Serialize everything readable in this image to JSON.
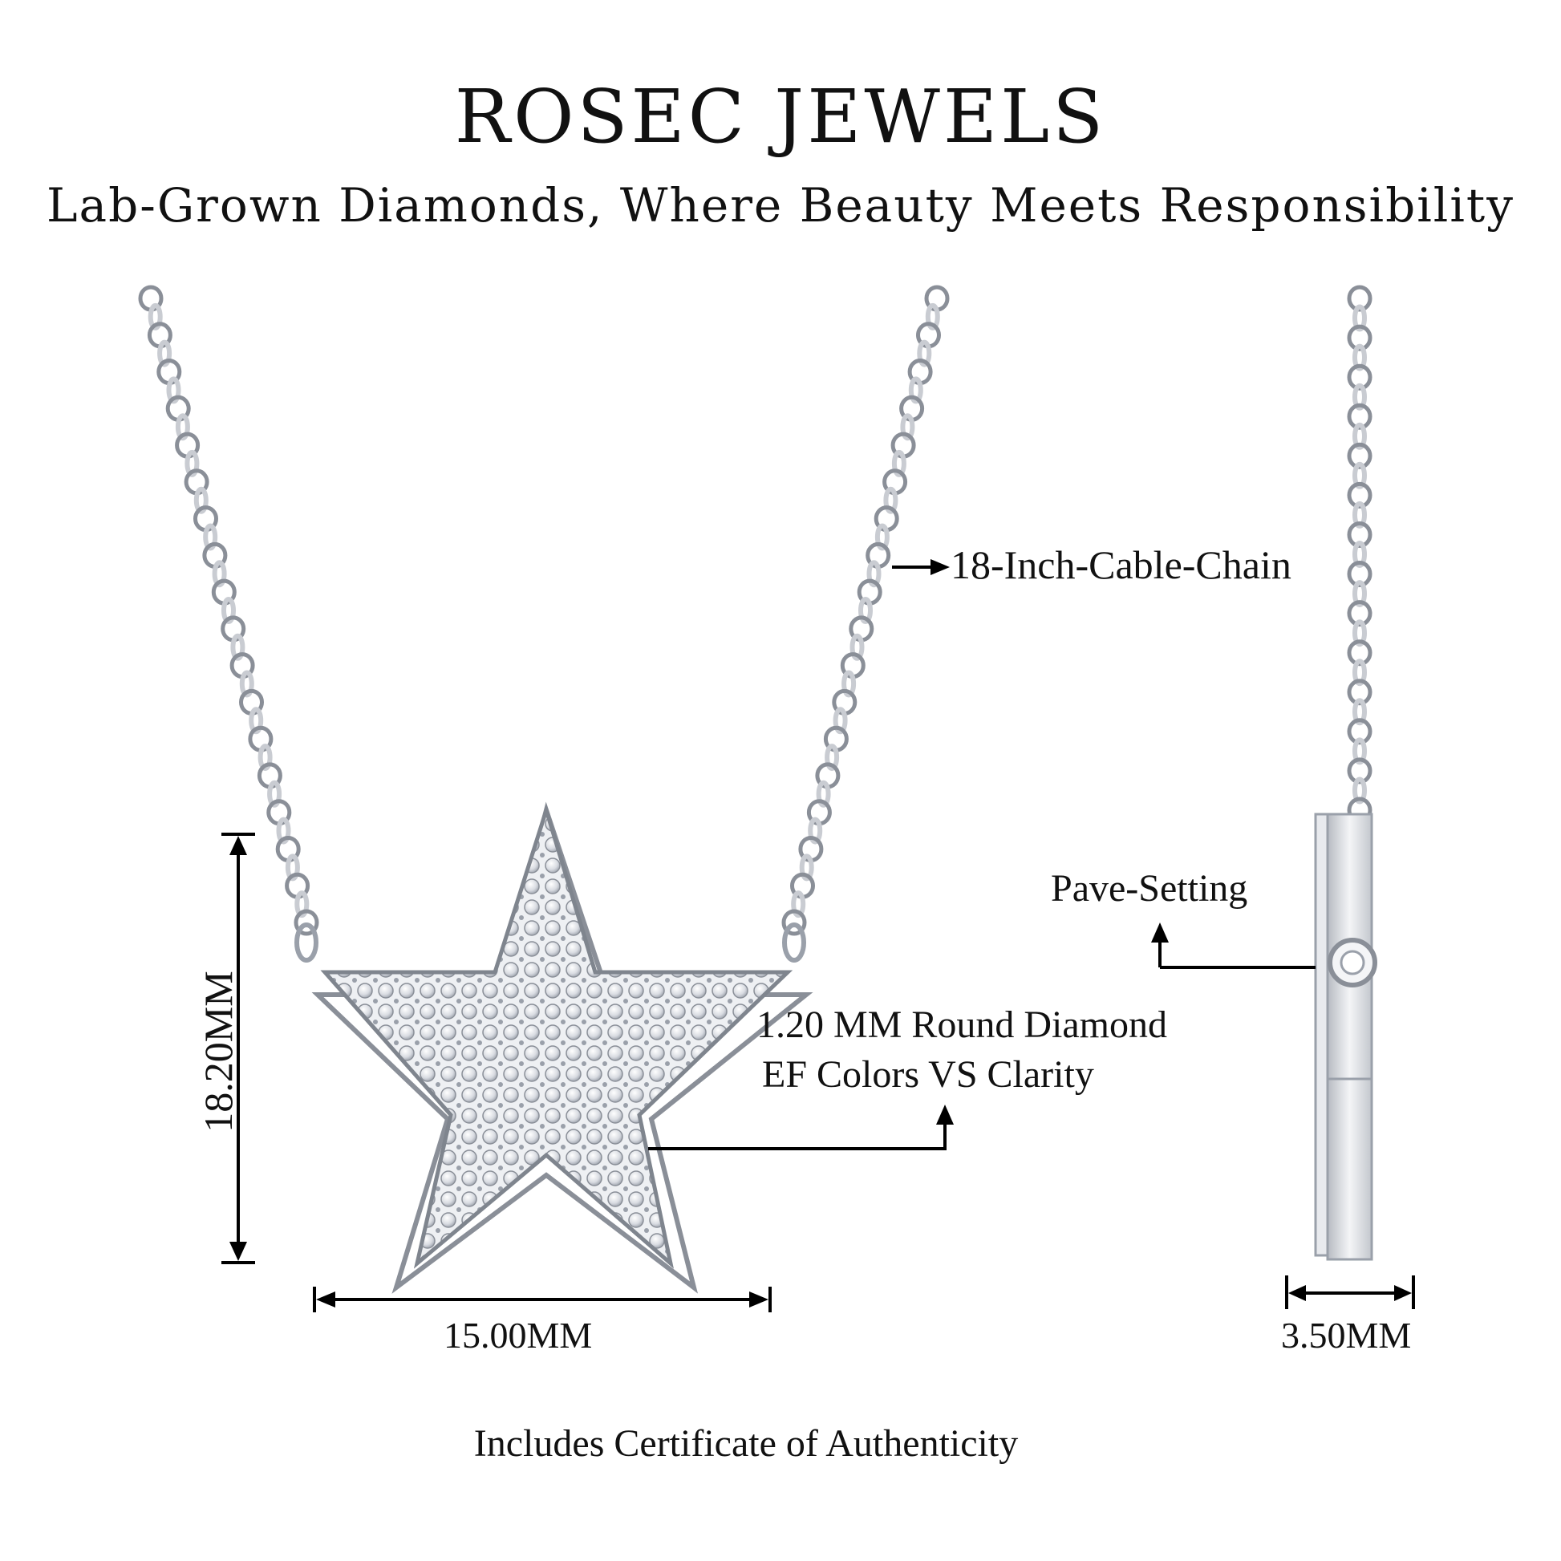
{
  "header": {
    "brand": "ROSEC JEWELS",
    "tagline": "Lab-Grown Diamonds, Where Beauty Meets Responsibility"
  },
  "annotations": {
    "chain": "18-Inch-Cable-Chain",
    "setting": "Pave-Setting",
    "stone_size": "1.20 MM Round Diamond",
    "stone_quality": "EF Colors VS Clarity",
    "height": "18.20MM",
    "width": "15.00MM",
    "depth": "3.50MM"
  },
  "footer": {
    "certificate": "Includes Certificate of Authenticity"
  },
  "colors": {
    "metal": "#c9ccd2",
    "metal_dark": "#8a8f98",
    "text": "#111111",
    "background": "#ffffff"
  },
  "icons": {
    "product_front": "star-pendant-front-icon",
    "product_side": "star-pendant-side-icon"
  }
}
